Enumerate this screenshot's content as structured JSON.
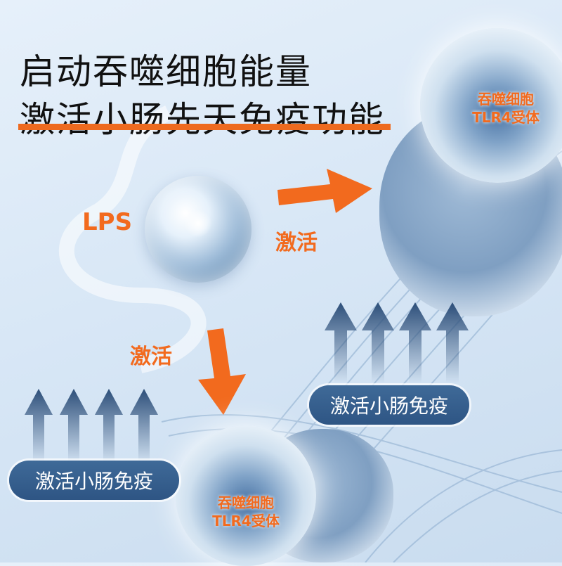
{
  "headline": {
    "line1": "启动吞噬细胞能量",
    "line2": "激活小肠先天免疫功能"
  },
  "lps_label": "LPS",
  "activate_label_right": "激活",
  "activate_label_down": "激活",
  "cell_top_right": {
    "line1": "吞噬细胞",
    "line2": "TLR4受体"
  },
  "cell_bottom": {
    "line1": "吞噬细胞",
    "line2": "TLR4受体"
  },
  "badge_right": "激活小肠免疫",
  "badge_left": "激活小肠免疫",
  "colors": {
    "accent": "#f26a1e",
    "badge": "#2e5584",
    "arrow_blue": "#2d4f7a"
  }
}
